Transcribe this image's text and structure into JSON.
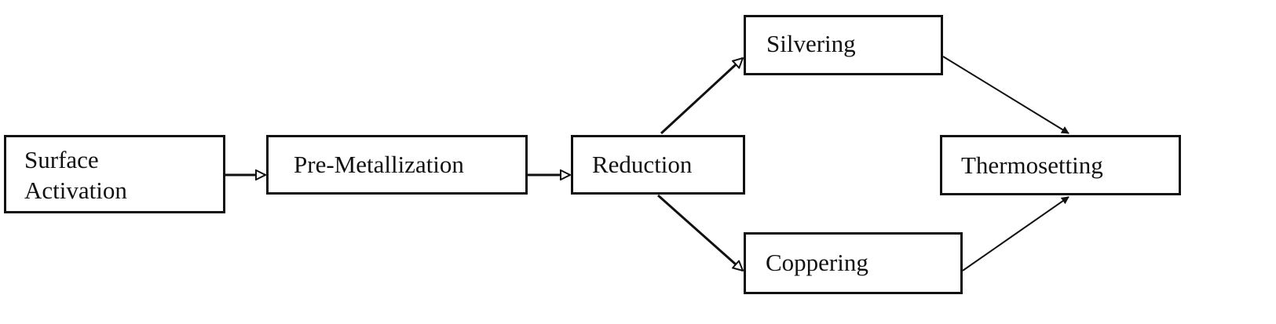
{
  "diagram": {
    "nodes": {
      "surface_activation": {
        "line1": "Surface",
        "line2": "Activation"
      },
      "pre_metallization": {
        "label": "Pre-Metallization"
      },
      "reduction": {
        "label": "Reduction"
      },
      "silvering": {
        "label": "Silvering"
      },
      "coppering": {
        "label": "Coppering"
      },
      "thermosetting": {
        "label": "Thermosetting"
      }
    },
    "edges": [
      {
        "from": "surface_activation",
        "to": "pre_metallization"
      },
      {
        "from": "pre_metallization",
        "to": "reduction"
      },
      {
        "from": "reduction",
        "to": "silvering"
      },
      {
        "from": "reduction",
        "to": "coppering"
      },
      {
        "from": "silvering",
        "to": "thermosetting"
      },
      {
        "from": "coppering",
        "to": "thermosetting"
      }
    ],
    "colors": {
      "stroke": "#111111",
      "background": "#ffffff"
    }
  }
}
